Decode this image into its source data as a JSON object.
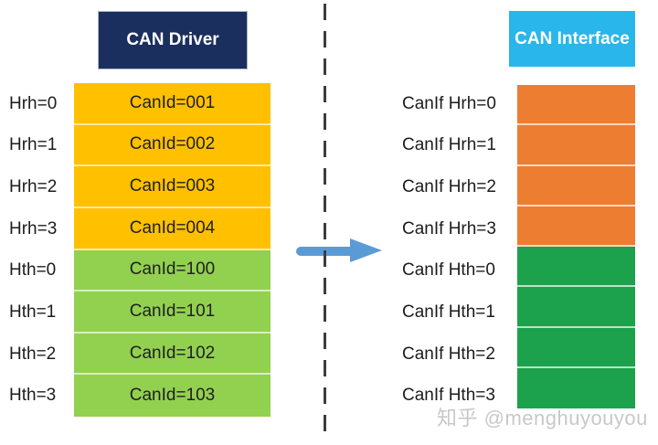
{
  "left_panel": {
    "header": "CAN Driver",
    "rows": [
      {
        "label": "Hrh=0",
        "value": "CanId=001",
        "group": "hrh"
      },
      {
        "label": "Hrh=1",
        "value": "CanId=002",
        "group": "hrh"
      },
      {
        "label": "Hrh=2",
        "value": "CanId=003",
        "group": "hrh"
      },
      {
        "label": "Hrh=3",
        "value": "CanId=004",
        "group": "hrh"
      },
      {
        "label": "Hth=0",
        "value": "CanId=100",
        "group": "hth"
      },
      {
        "label": "Hth=1",
        "value": "CanId=101",
        "group": "hth"
      },
      {
        "label": "Hth=2",
        "value": "CanId=102",
        "group": "hth"
      },
      {
        "label": "Hth=3",
        "value": "CanId=103",
        "group": "hth"
      }
    ]
  },
  "right_panel": {
    "header": "CAN Interface",
    "rows": [
      {
        "label": "CanIf Hrh=0",
        "group": "hrh"
      },
      {
        "label": "CanIf Hrh=1",
        "group": "hrh"
      },
      {
        "label": "CanIf Hrh=2",
        "group": "hrh"
      },
      {
        "label": "CanIf Hrh=3",
        "group": "hrh"
      },
      {
        "label": "CanIf Hth=0",
        "group": "hth"
      },
      {
        "label": "CanIf Hth=1",
        "group": "hth"
      },
      {
        "label": "CanIf Hth=2",
        "group": "hth"
      },
      {
        "label": "CanIf Hth=3",
        "group": "hth"
      }
    ]
  },
  "watermark": "知乎 @menghuyouyou",
  "colors": {
    "header_left_bg": "#1B2F5E",
    "header_right_bg": "#29B6EA",
    "hrh_left": "#FFC000",
    "hth_left": "#92D050",
    "hrh_right": "#ED7D31",
    "hth_right": "#1CA24C",
    "arrow": "#5B9BD5",
    "dash": "#3D3D3D"
  }
}
